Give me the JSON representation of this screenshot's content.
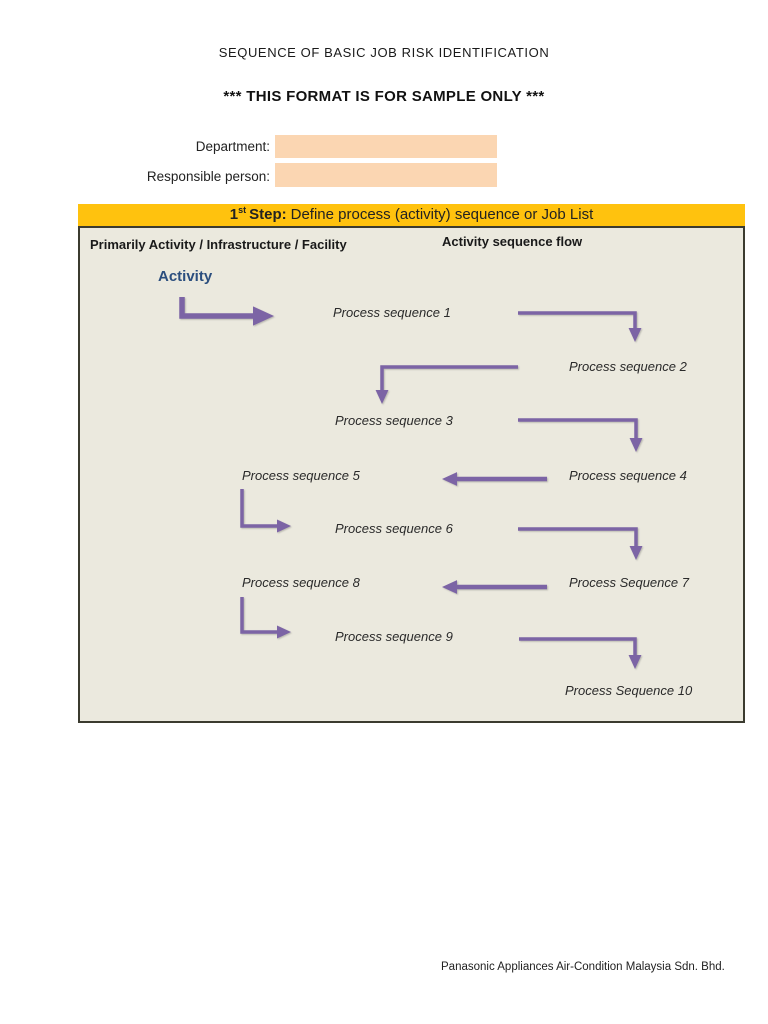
{
  "page": {
    "title": "SEQUENCE OF BASIC JOB RISK IDENTIFICATION",
    "subtitle": "*** THIS FORMAT IS FOR SAMPLE ONLY ***",
    "footer": "Panasonic Appliances Air-Condition Malaysia Sdn. Bhd."
  },
  "form": {
    "fields": [
      {
        "label": "Department:",
        "value": ""
      },
      {
        "label": "Responsible person:",
        "value": ""
      }
    ]
  },
  "step_banner": {
    "number": "1",
    "ordinal": "st",
    "bold_label": "Step:",
    "text": "Define process (activity) sequence or Job List"
  },
  "flow": {
    "left_header": "Primarily Activity / Infrastructure / Facility",
    "right_header": "Activity sequence flow",
    "activity_label": "Activity",
    "steps": [
      "Process sequence 1",
      "Process sequence 2",
      "Process sequence 3",
      "Process sequence 4",
      "Process sequence 5",
      "Process sequence 6",
      "Process Sequence 7",
      "Process sequence 8",
      "Process sequence 9",
      "Process Sequence 10"
    ]
  },
  "colors": {
    "banner_yellow": "#ffc20e",
    "flow_background": "#ebe9de",
    "field_peach": "#fbd6b2",
    "arrow_purple": "#7c64a5",
    "activity_blue": "#2b4e7e"
  }
}
